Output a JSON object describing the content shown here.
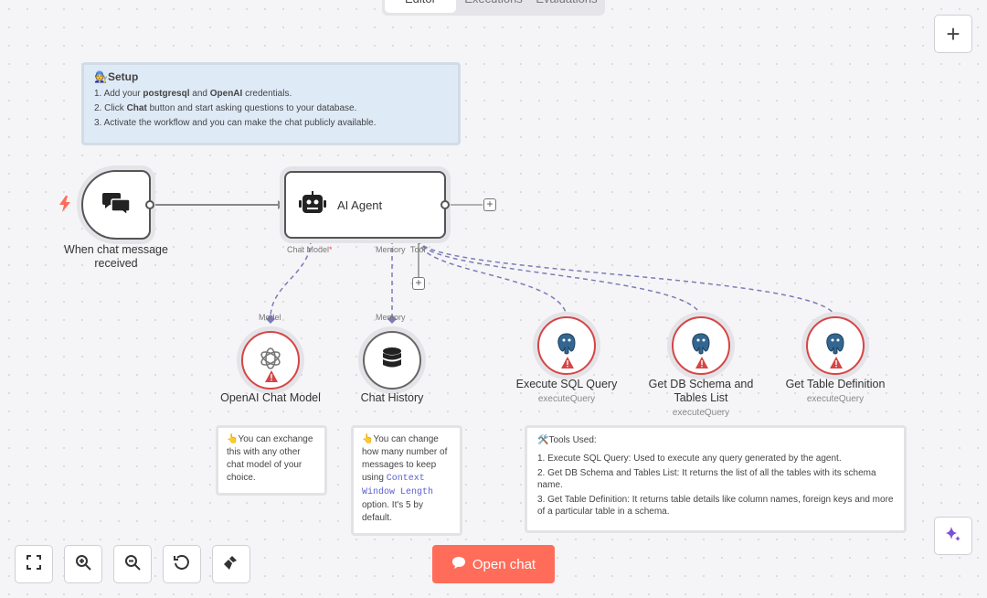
{
  "tabs": [
    "Editor",
    "Executions",
    "Evaluations"
  ],
  "setup_note": {
    "title": "Setup",
    "line1_a": "1. Add your ",
    "line1_b": "postgresql",
    "line1_c": " and ",
    "line1_d": "OpenAI",
    "line1_e": " credentials.",
    "line2_a": "2. Click ",
    "line2_b": "Chat",
    "line2_c": " button and start asking questions to your database.",
    "line3": "3. Activate the workflow and you can make the chat publicly available."
  },
  "nodes": {
    "trigger": {
      "label_1": "When chat message",
      "label_2": "received"
    },
    "agent": {
      "label": "AI Agent",
      "port_model": "Chat Model",
      "port_required": "*",
      "port_memory": "Memory",
      "port_tool": "Tool"
    },
    "openai": {
      "label": "OpenAI Chat Model",
      "port": "Model"
    },
    "history": {
      "label": "Chat History",
      "port": "Memory"
    },
    "exec_sql": {
      "label": "Execute SQL Query",
      "sub": "executeQuery"
    },
    "schema": {
      "label_1": "Get DB Schema and",
      "label_2": "Tables List",
      "sub": "executeQuery"
    },
    "tabledef": {
      "label": "Get Table Definition",
      "sub": "executeQuery"
    }
  },
  "model_note": "You can exchange this with any other chat model of your choice.",
  "history_note": {
    "a": "You can change how many number of messages to keep using ",
    "code": "Context Window Length",
    "b": " option. It's 5 by default."
  },
  "tools_note": {
    "title": "Tools Used:",
    "item1": "1. Execute SQL Query: Used to execute any query generated by the agent.",
    "item2": "2. Get DB Schema and Tables List: It returns the list of all the tables with its schema name.",
    "item3": "3. Get Table Definition: It returns table details like column names, foreign keys and more of a particular table in a schema."
  },
  "open_chat_label": "Open chat",
  "colors": {
    "accent": "#ff6d5a",
    "error": "#d64545",
    "link": "#7c7cb8"
  },
  "icons": [
    "plus-icon",
    "bolt-icon",
    "chat-bubbles-icon",
    "robot-icon",
    "openai-icon",
    "database-icon",
    "postgres-icon",
    "warning-icon",
    "fit-view-icon",
    "zoom-in-icon",
    "zoom-out-icon",
    "undo-icon",
    "clean-up-icon",
    "sparkle-icon"
  ]
}
